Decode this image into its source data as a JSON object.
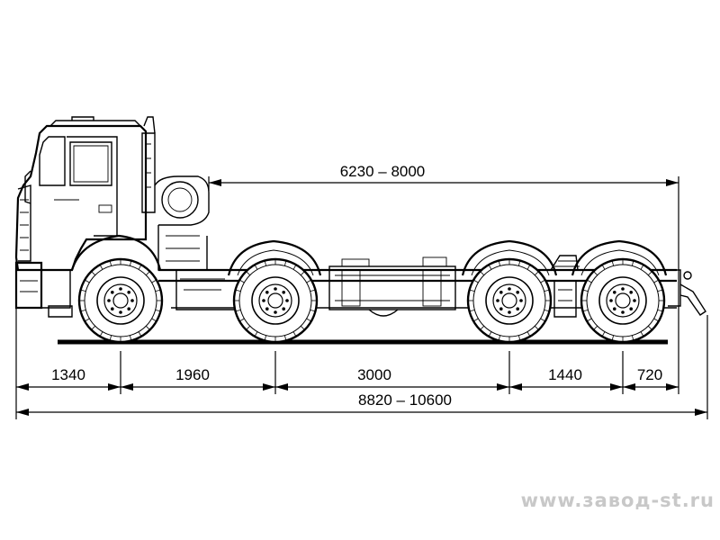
{
  "dimensions": {
    "body_length": "6230 – 8000",
    "front_overhang": "1340",
    "wheelbase_1": "1960",
    "wheelbase_2": "3000",
    "wheelbase_3": "1440",
    "rear_overhang": "720",
    "overall_length": "8820 – 10600"
  },
  "watermark": "www.завод-st.ru"
}
